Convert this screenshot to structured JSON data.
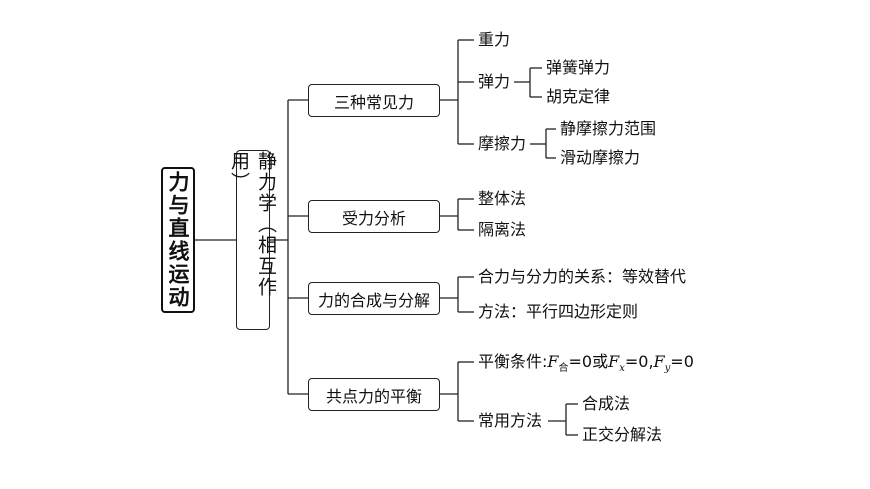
{
  "root": "力与直线运动",
  "branch": {
    "label": "静力学（相互作用）"
  },
  "categories": {
    "c1": {
      "label": "三种常见力",
      "items": {
        "gravity": "重力",
        "elastic": "弹力",
        "spring": "弹簧弹力",
        "hooke": "胡克定律",
        "friction": "摩擦力",
        "static": "静摩擦力范围",
        "sliding": "滑动摩擦力"
      }
    },
    "c2": {
      "label": "受力分析",
      "items": {
        "whole": "整体法",
        "isolate": "隔离法"
      }
    },
    "c3": {
      "label": "力的合成与分解",
      "items": {
        "relation": "合力与分力的关系：等效替代",
        "method": "方法：平行四边形定则"
      }
    },
    "c4": {
      "label": "共点力的平衡",
      "items": {
        "condition": {
          "prefix": "平衡条件:",
          "f": "F",
          "sub_he": "合",
          "eq0": "=0或",
          "fx": "F",
          "sub_x": "x",
          "eq0b": "=0,",
          "fy": "F",
          "sub_y": "y",
          "eq0c": "=0"
        },
        "common": "常用方法",
        "synthesis": "合成法",
        "ortho": "正交分解法"
      }
    }
  }
}
